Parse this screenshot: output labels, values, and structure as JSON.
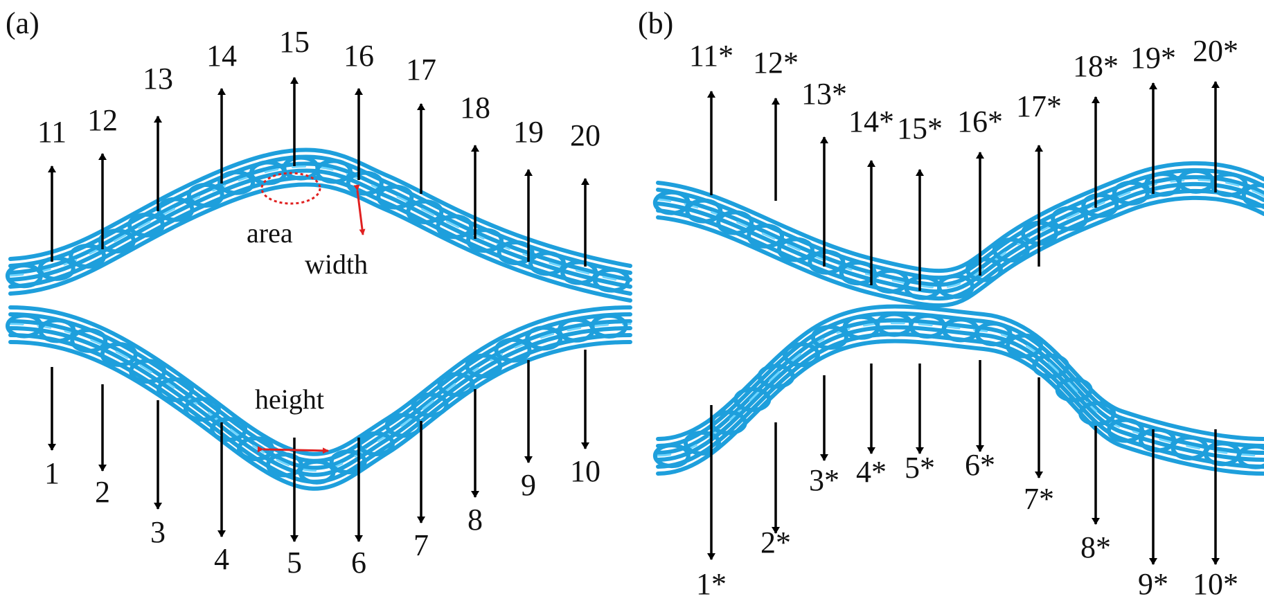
{
  "panels": [
    {
      "id": "a",
      "label": "(a)",
      "arrows_up": [
        "11",
        "12",
        "13",
        "14",
        "15",
        "16",
        "17",
        "18",
        "19",
        "20"
      ],
      "arrows_down": [
        "1",
        "2",
        "3",
        "4",
        "5",
        "6",
        "7",
        "8",
        "9",
        "10"
      ],
      "annotations": {
        "area": "area",
        "width": "width",
        "height": "height"
      }
    },
    {
      "id": "b",
      "label": "(b)",
      "arrows_up": [
        "11*",
        "12*",
        "13*",
        "14*",
        "15*",
        "16*",
        "17*",
        "18*",
        "19*",
        "20*"
      ],
      "arrows_down": [
        "1*",
        "2*",
        "3*",
        "4*",
        "5*",
        "6*",
        "7*",
        "8*",
        "9*",
        "10*"
      ]
    }
  ],
  "colors": {
    "rope": "#1e9fdc",
    "rope_highlight": "#6fd6ff",
    "arrow": "#000000",
    "measure": "#e02020"
  }
}
